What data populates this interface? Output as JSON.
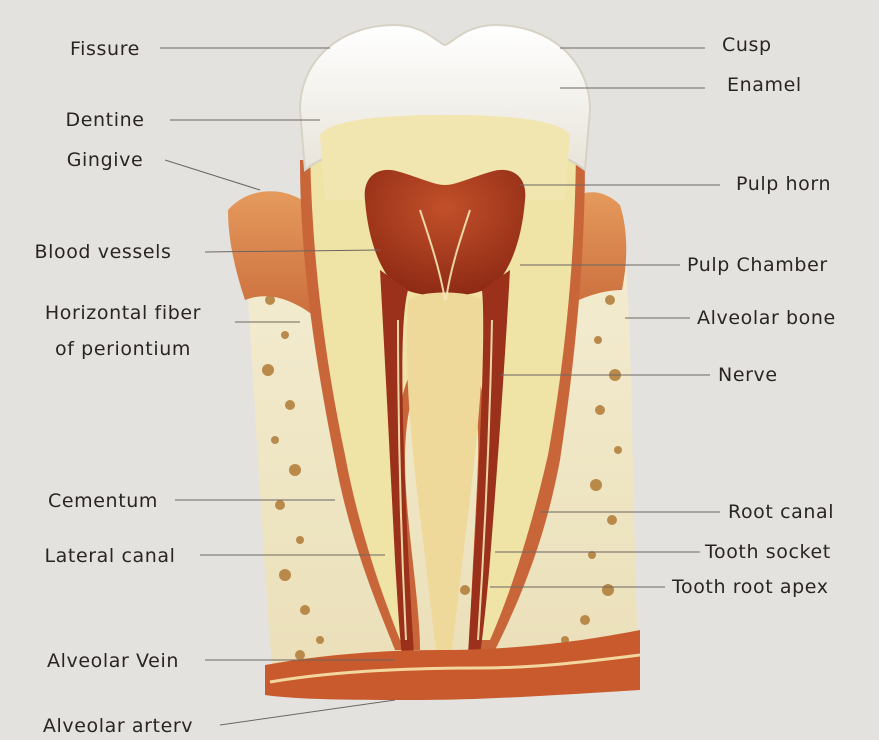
{
  "labels_left": {
    "fissure": "Fissure",
    "dentine": "Dentine",
    "gingive": "Gingive",
    "blood_vessels": "Blood vessels",
    "horizontal_fiber_line1": "Horizontal fiber",
    "horizontal_fiber_line2": "of periontium",
    "cementum": "Cementum",
    "lateral_canal": "Lateral canal",
    "alveolar_vein": "Alveolar Vein",
    "alveolar_artery": "Alveolar arterv"
  },
  "labels_right": {
    "cusp": "Cusp",
    "enamel": "Enamel",
    "pulp_horn": "Pulp horn",
    "pulp_chamber": "Pulp Chamber",
    "alveolar_bone": "Alveolar bone",
    "nerve": "Nerve",
    "root_canal": "Root canal",
    "tooth_socket": "Tooth socket",
    "tooth_root_apex": "Tooth root apex"
  },
  "colors": {
    "background": "#e4e2de",
    "enamel": "#f4f1ea",
    "dentine": "#f0e3a6",
    "pulp": "#a0351c",
    "gum": "#d9804a",
    "bone": "#efe7c6",
    "bone_spots": "#b07a35",
    "vessel": "#b23a1e",
    "leader_line": "#6b6560"
  }
}
